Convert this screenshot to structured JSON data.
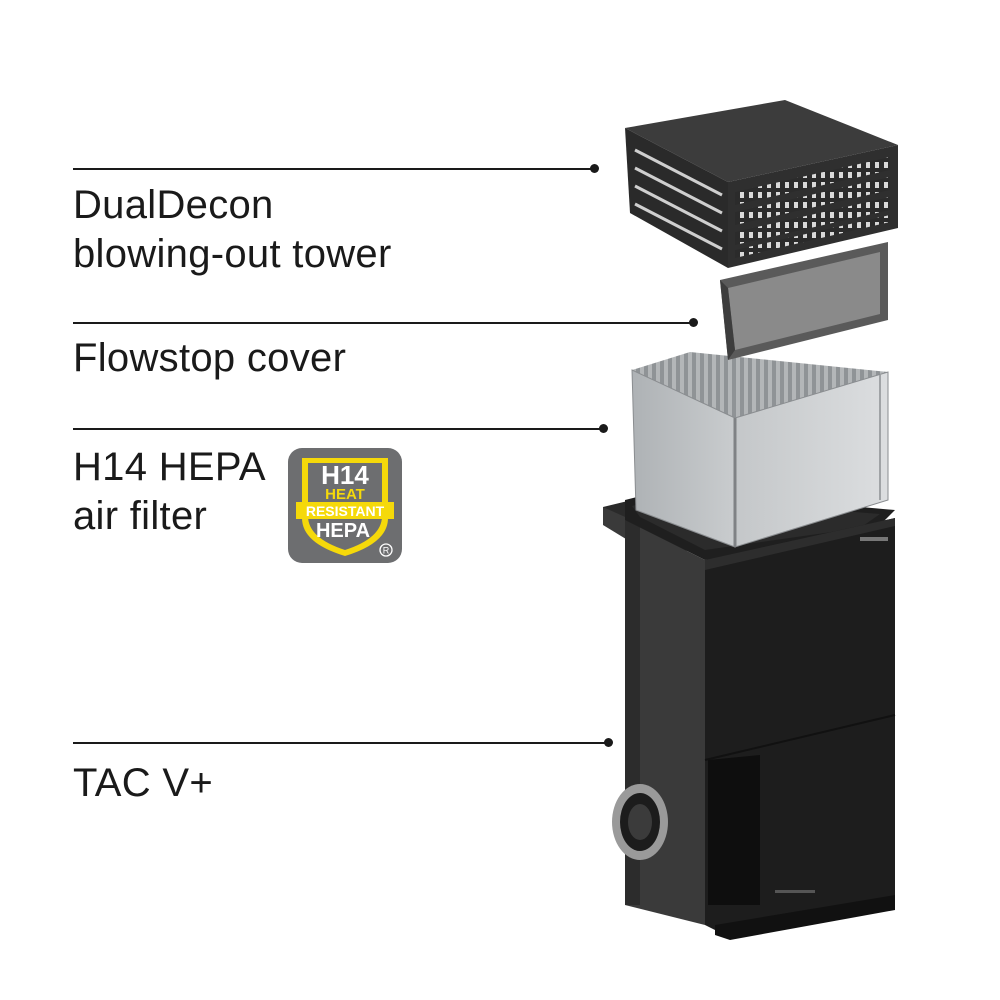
{
  "callouts": [
    {
      "id": "dualdecon-tower",
      "lines": [
        "DualDecon",
        "blowing-out tower"
      ]
    },
    {
      "id": "flowstop-cover",
      "lines": [
        "Flowstop cover"
      ]
    },
    {
      "id": "hepa-filter",
      "lines": [
        "H14 HEPA",
        "air filter"
      ]
    },
    {
      "id": "tac-unit",
      "lines": [
        "TAC V+"
      ]
    }
  ],
  "badge": {
    "line1": "H14",
    "line2": "HEAT",
    "line3": "RESISTANT",
    "line4": "HEPA",
    "mark": "R"
  },
  "colors": {
    "text": "#1a1a1a",
    "badge_yellow": "#f5d90a",
    "badge_gray": "#6d6e70",
    "device_black": "#1d1d1d"
  }
}
